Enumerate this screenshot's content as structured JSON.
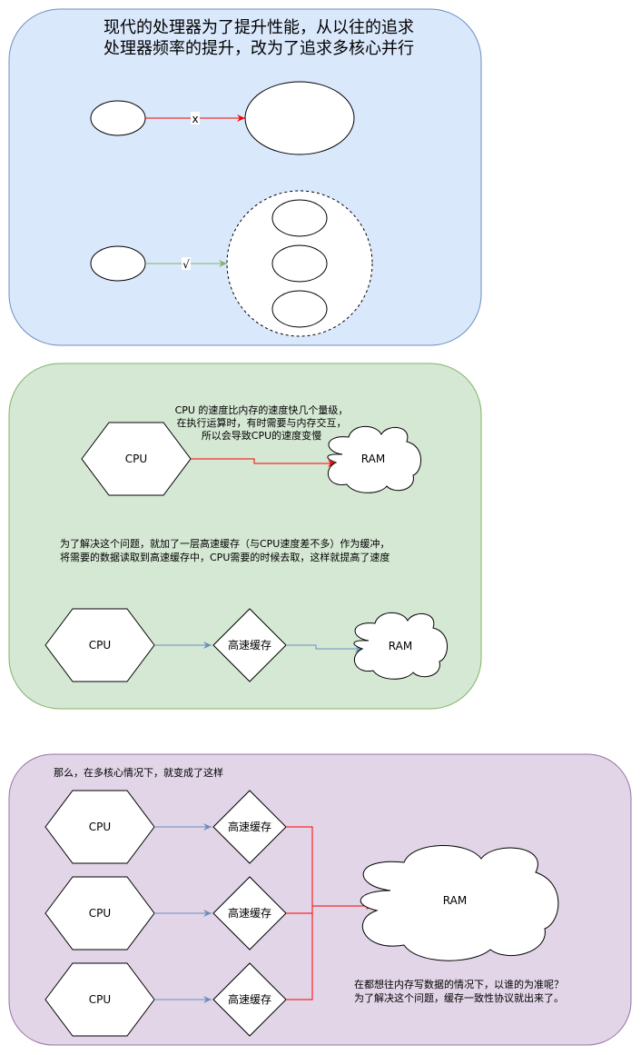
{
  "panel1": {
    "title_line1": "现代的处理器为了提升性能，从以往的追求",
    "title_line2": "处理器频率的提升，改为了追求多核心并行",
    "edge1_label": "x",
    "edge2_label": "√"
  },
  "panel2": {
    "note_line1": "CPU 的速度比内存的速度快几个量级，",
    "note_line2": "在执行运算时，有时需要与内存交互，",
    "note_line3": "所以会导致CPU的速度变慢",
    "cpu1": "CPU",
    "ram1": "RAM",
    "desc_line1": "为了解决这个问题，就加了一层高速缓存（与CPU速度差不多）作为缓冲，",
    "desc_line2": "将需要的数据读取到高速缓存中，CPU需要的时候去取，这样就提高了速度",
    "cpu2": "CPU",
    "cache": "高速缓存",
    "ram2": "RAM"
  },
  "panel3": {
    "intro": "那么，在多核心情况下，就变成了这样",
    "cpus": [
      "CPU",
      "CPU",
      "CPU"
    ],
    "caches": [
      "高速缓存",
      "高速缓存",
      "高速缓存"
    ],
    "ram": "RAM",
    "conclusion_line1": "在都想往内存写数据的情况下，以谁的为准呢？",
    "conclusion_line2": "为了解决这个问题，缓存一致性协议就出来了。"
  },
  "colors": {
    "panel_blue": "#dae8fc",
    "panel_green": "#d5e8d4",
    "panel_purple": "#e1d5e7",
    "edge_red": "#ff0000",
    "edge_blue": "#6c8ebf",
    "edge_green": "#82b366"
  }
}
